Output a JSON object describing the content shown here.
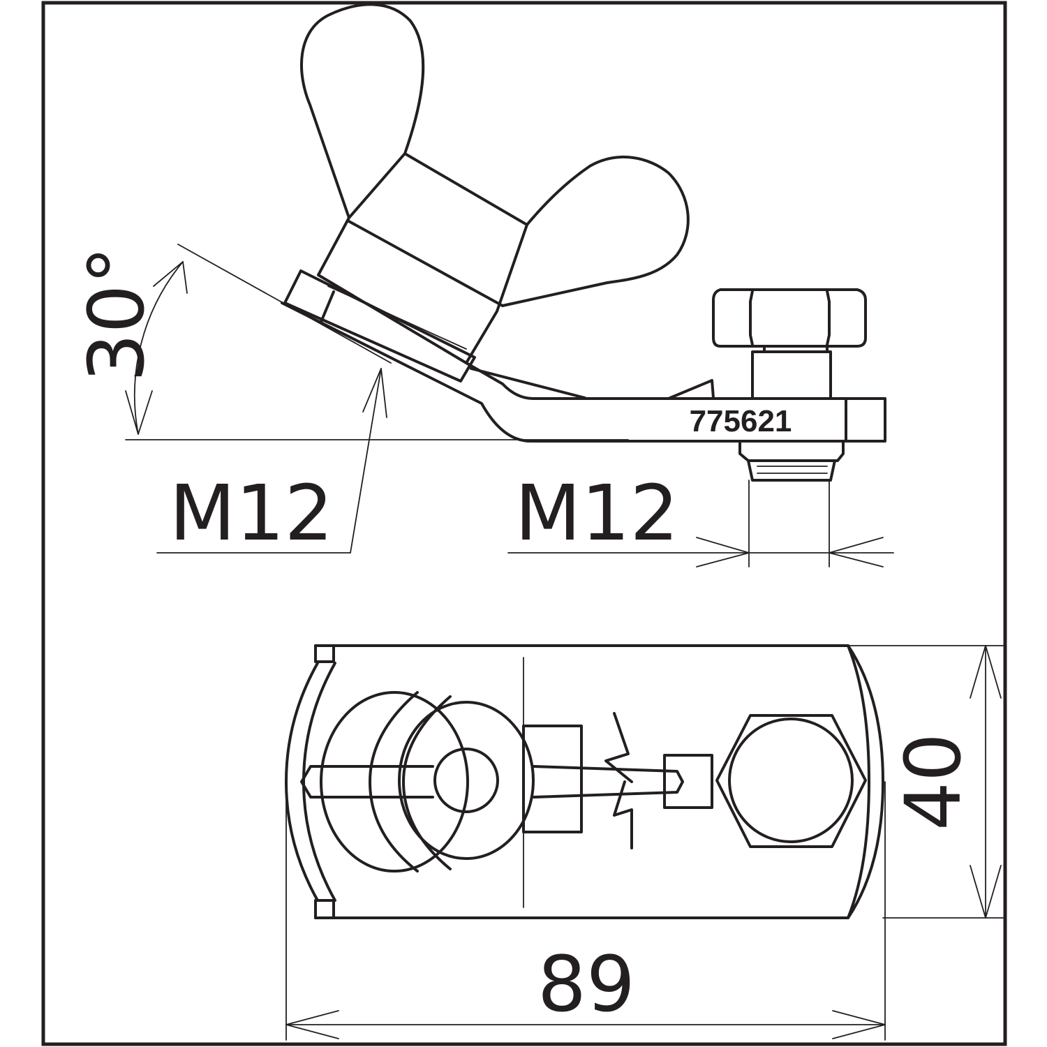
{
  "drawing": {
    "angle_label": "30°",
    "thread_left_label": "M12",
    "thread_right_label": "M12",
    "part_number": "775621",
    "width_label": "89",
    "height_label": "40"
  },
  "colors": {
    "line": "#231f20",
    "background": "#ffffff"
  }
}
